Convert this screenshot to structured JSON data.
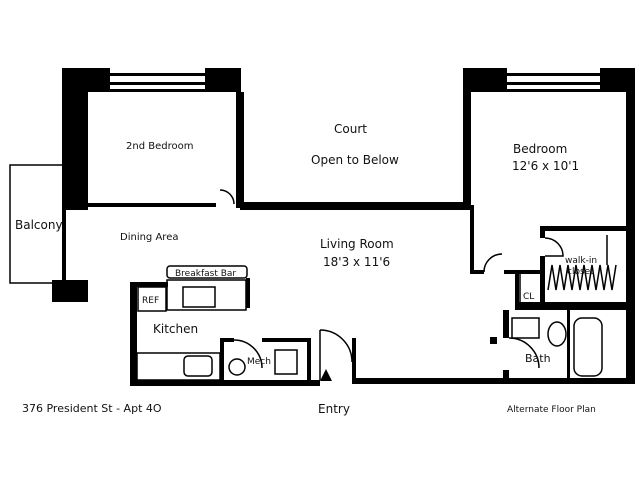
{
  "rooms": {
    "second_bedroom": "2nd Bedroom",
    "court": "Court",
    "court_sub": "Open to Below",
    "bedroom": "Bedroom",
    "bedroom_dim": "12'6 x 10'1",
    "balcony": "Balcony",
    "dining": "Dining Area",
    "living": "Living Room",
    "living_dim": "18'3 x 11'6",
    "breakfast_bar": "Breakfast Bar",
    "ref": "REF",
    "kitchen": "Kitchen",
    "mech": "Mech",
    "walkin": "walk-in",
    "walkin2": "closet",
    "cl": "CL",
    "bath": "Bath",
    "entry": "Entry"
  },
  "footer": {
    "address": "376 President St - Apt 4O",
    "note": "Alternate Floor Plan"
  },
  "colors": {
    "wall": "#000000",
    "background": "#ffffff"
  }
}
